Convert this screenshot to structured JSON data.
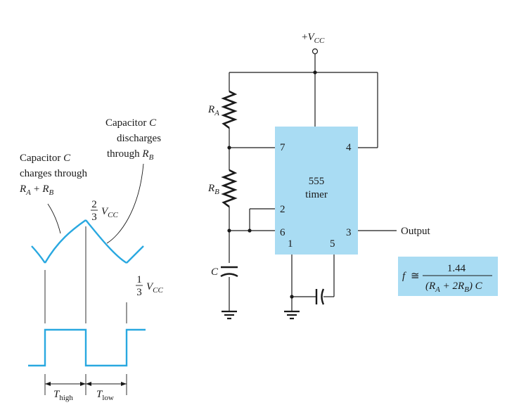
{
  "colors": {
    "accent": "#29a8e0",
    "chip_fill": "#a9dcf3",
    "ink": "#1a1a1a"
  },
  "waveform": {
    "charge_label": {
      "line1": "Capacitor",
      "var1": "C",
      "line2": "charges through",
      "ra": "R",
      "ra_sub": "A",
      "plus": "+",
      "rb": "R",
      "rb_sub": "B"
    },
    "discharge_label": {
      "line1": "Capacitor",
      "var1": "C",
      "line2": "discharges",
      "line3": "through",
      "rb": "R",
      "rb_sub": "B"
    },
    "two_thirds": {
      "num": "2",
      "den": "3",
      "v": "V",
      "sub": "CC"
    },
    "one_third": {
      "num": "1",
      "den": "3",
      "v": "V",
      "sub": "CC"
    },
    "t_high": {
      "t": "T",
      "sub": "high"
    },
    "t_low": {
      "t": "T",
      "sub": "low"
    }
  },
  "circuit": {
    "vcc": {
      "prefix": "+",
      "v": "V",
      "sub": "CC"
    },
    "ra": {
      "r": "R",
      "sub": "A"
    },
    "rb": {
      "r": "R",
      "sub": "B"
    },
    "c": "C",
    "chip": {
      "line1": "555",
      "line2": "timer"
    },
    "pins": {
      "p7": "7",
      "p4": "4",
      "p2": "2",
      "p6": "6",
      "p3": "3",
      "p1": "1",
      "p5": "5"
    },
    "output_label": "Output"
  },
  "formula": {
    "f": "f",
    "approx": "≅",
    "numerator": "1.44",
    "den_open": "(R",
    "den_a": "A",
    "den_mid": " + 2R",
    "den_b": "B",
    "den_close": ") C"
  }
}
